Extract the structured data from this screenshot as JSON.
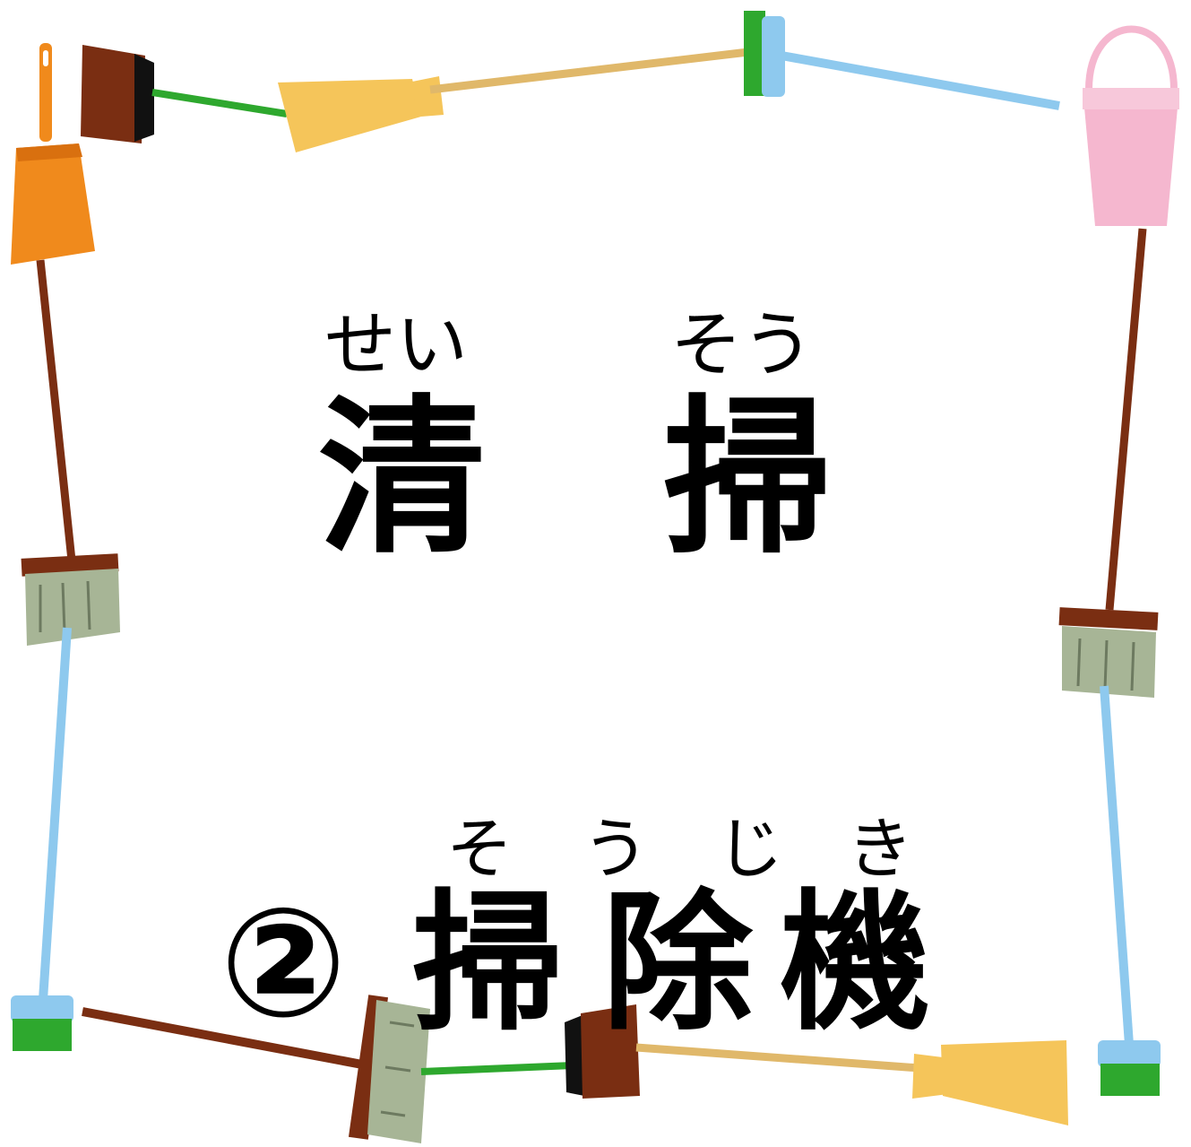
{
  "title": {
    "ruby_1": "せい",
    "ruby_2": "そう",
    "kanji_1": "清",
    "kanji_2": "掃"
  },
  "item": {
    "number": "②",
    "ruby_1": "そ",
    "ruby_2": "う",
    "ruby_3": "じ",
    "ruby_4": "き",
    "kanji_1": "掃",
    "kanji_2": "除",
    "kanji_3": "機"
  },
  "decoration": {
    "icons": [
      "dustpan-icon",
      "hand-brush-icon",
      "straw-broom-icon",
      "deck-brush-icon",
      "bucket-icon",
      "push-broom-icon",
      "floor-brush-icon"
    ],
    "colors": {
      "orange": "#f08a1c",
      "brown": "#7a2e12",
      "straw": "#f5c55a",
      "handle_tan": "#e0b86a",
      "green": "#2ea82e",
      "light_blue": "#8ec9ee",
      "pink": "#f5b7cf",
      "bristle_gray": "#a7b596"
    }
  }
}
